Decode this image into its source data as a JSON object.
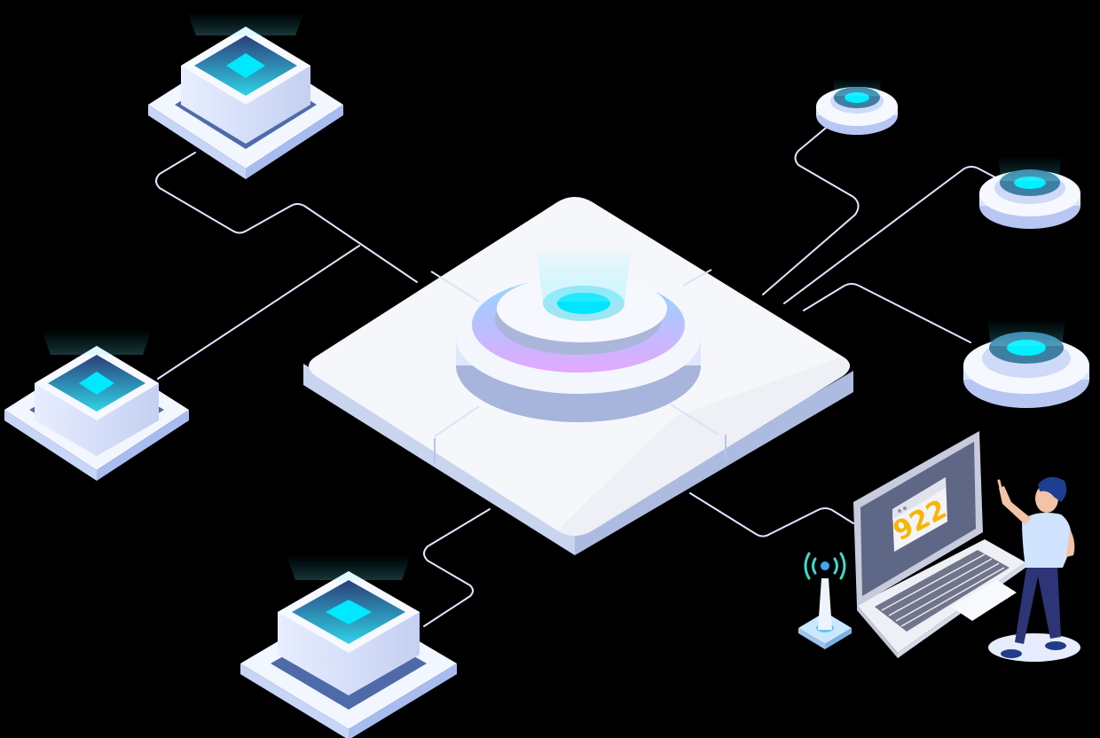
{
  "illustration": {
    "title": "Central network hub connected to edge nodes",
    "background": "#000000",
    "hub": {
      "label": "central-hub",
      "glow_color": "#00e5ff",
      "ring_gradient": [
        "#8fd9ff",
        "#e2a8ff"
      ]
    },
    "nodes": [
      {
        "id": "server-top-left",
        "type": "square-server"
      },
      {
        "id": "server-mid-left",
        "type": "square-server"
      },
      {
        "id": "server-bottom",
        "type": "square-server"
      },
      {
        "id": "disc-top-right",
        "type": "round-node"
      },
      {
        "id": "disc-mid-right",
        "type": "round-node"
      },
      {
        "id": "disc-lower-right",
        "type": "round-node"
      }
    ],
    "laptop": {
      "screen_value": "922",
      "value_color": "#f7b500"
    },
    "antenna": {
      "signal_color": "#3fd9c9"
    },
    "person": {
      "shirt": "#cfe3ff",
      "pants": "#2d3576",
      "hair": "#1c3f8f"
    },
    "accent_colors": {
      "cyan": "#00e5ff",
      "wire": "#dfe6ff",
      "panel": "#f4f6fb",
      "edge": "#b7c3e6"
    }
  }
}
